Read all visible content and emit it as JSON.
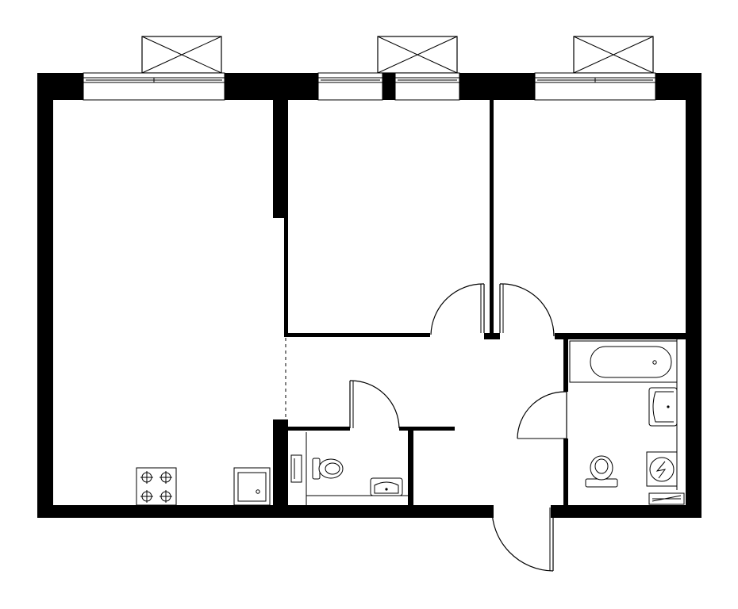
{
  "plan": {
    "kind": "apartment floor plan",
    "colors": {
      "wall": "#000000",
      "background": "#ffffff"
    },
    "rooms": [
      {
        "id": "kitchen-living"
      },
      {
        "id": "bedroom-middle"
      },
      {
        "id": "bedroom-right"
      },
      {
        "id": "hallway"
      },
      {
        "id": "wc"
      },
      {
        "id": "bathroom"
      }
    ],
    "fixtures": [
      "stove-icon",
      "kitchen-sink-icon",
      "toilet-icon",
      "washbasin-icon",
      "bathtub-icon",
      "washing-machine-icon",
      "radiator-icon"
    ],
    "windows": 3,
    "balconies": 3
  }
}
